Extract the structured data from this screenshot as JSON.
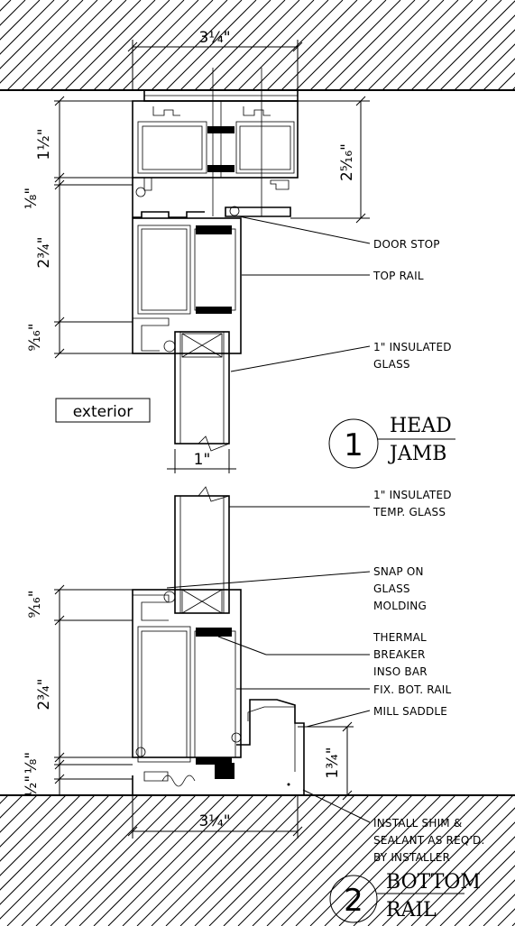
{
  "labels": {
    "exterior": "exterior",
    "door_stop": "DOOR STOP",
    "top_rail": "TOP RAIL",
    "insulated_glass_1": "1\" INSULATED",
    "insulated_glass_2": "GLASS",
    "insulated_temp_1": "1\" INSULATED",
    "insulated_temp_2": "TEMP. GLASS",
    "snap_1": "SNAP ON",
    "snap_2": "GLASS",
    "snap_3": "MOLDING",
    "thermal_1": "THERMAL",
    "thermal_2": "BREAKER",
    "thermal_3": "INSO BAR",
    "fix_bot_rail": "FIX. BOT. RAIL",
    "mill_saddle": "MILL SADDLE",
    "shim_1": "INSTALL SHIM &",
    "shim_2": "SEALANT AS REQ'D.",
    "shim_3": "BY INSTALLER"
  },
  "dimensions": {
    "top_width": "3¼\"",
    "bottom_width": "3¼\"",
    "glass_thickness": "1\"",
    "head_1_half": "1½\"",
    "head_5_16": "2⁵⁄₁₆\"",
    "head_1_8": "⅛\"",
    "head_2_3_4": "2¾\"",
    "head_9_16": "⁹⁄₁₆\"",
    "bot_9_16": "⁹⁄₁₆\"",
    "bot_2_3_4": "2¾\"",
    "bot_1_8": "⅛\"",
    "bot_1_2": "½\"",
    "bot_1_3_4": "1¾\""
  },
  "details": [
    {
      "number": "1",
      "title_top": "HEAD",
      "title_bottom": "JAMB"
    },
    {
      "number": "2",
      "title_top": "BOTTOM",
      "title_bottom": "RAIL"
    }
  ]
}
